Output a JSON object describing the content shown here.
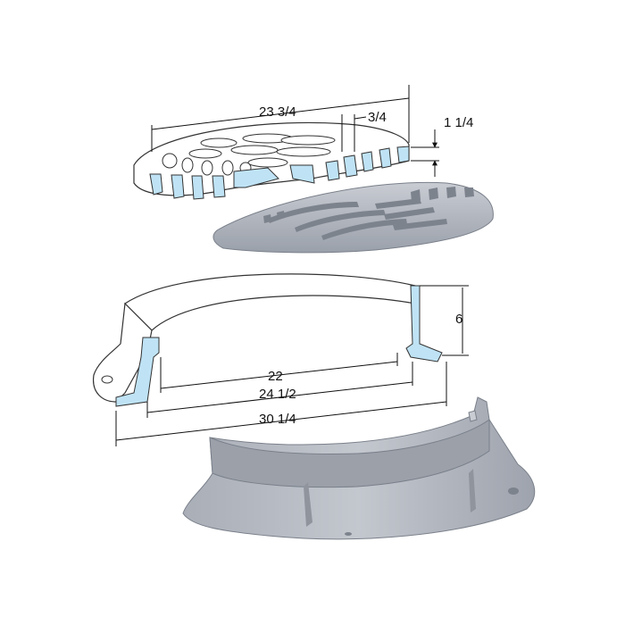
{
  "diagram": {
    "dimensions": {
      "grate_diameter": "23 3/4",
      "slot_width": "3/4",
      "grate_thickness": "1 1/4",
      "frame_height": "6",
      "clear_opening": "22",
      "seat_diameter": "24 1/2",
      "flange_diameter": "30 1/4"
    },
    "colors": {
      "section_fill": "#bfe3f5",
      "metal_light": "#b8bcc4",
      "metal_dark": "#8a8f99",
      "outline": "#333333"
    }
  }
}
